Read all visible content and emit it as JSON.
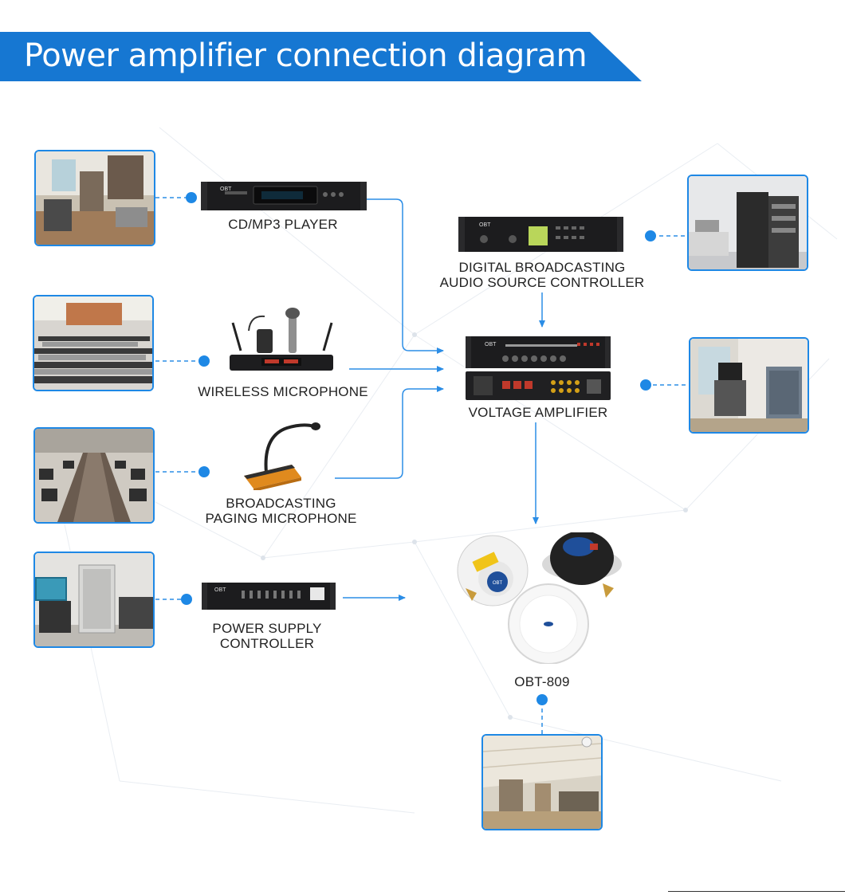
{
  "title": "Power amplifier connection diagram",
  "colors": {
    "accent": "#1677d2",
    "wire": "#2b8de6",
    "node": "#1e88e5"
  },
  "devices": {
    "cd_player": {
      "label": "CD/MP3 PLAYER",
      "brand": "OBT"
    },
    "wireless_mic": {
      "label": "WIRELESS MICROPHONE"
    },
    "paging_mic": {
      "line1": "BROADCASTING",
      "line2": "PAGING MICROPHONE"
    },
    "power_supply": {
      "line1": "POWER SUPPLY",
      "line2": "CONTROLLER",
      "brand": "OBT"
    },
    "audio_controller": {
      "line1": "DIGITAL BROADCASTING",
      "line2": "AUDIO SOURCE CONTROLLER",
      "brand": "OBT"
    },
    "voltage_amplifier": {
      "label": "VOLTAGE AMPLIFIER",
      "brand": "OBT"
    },
    "speaker": {
      "label": "OBT-809",
      "badge": "OBT"
    }
  }
}
